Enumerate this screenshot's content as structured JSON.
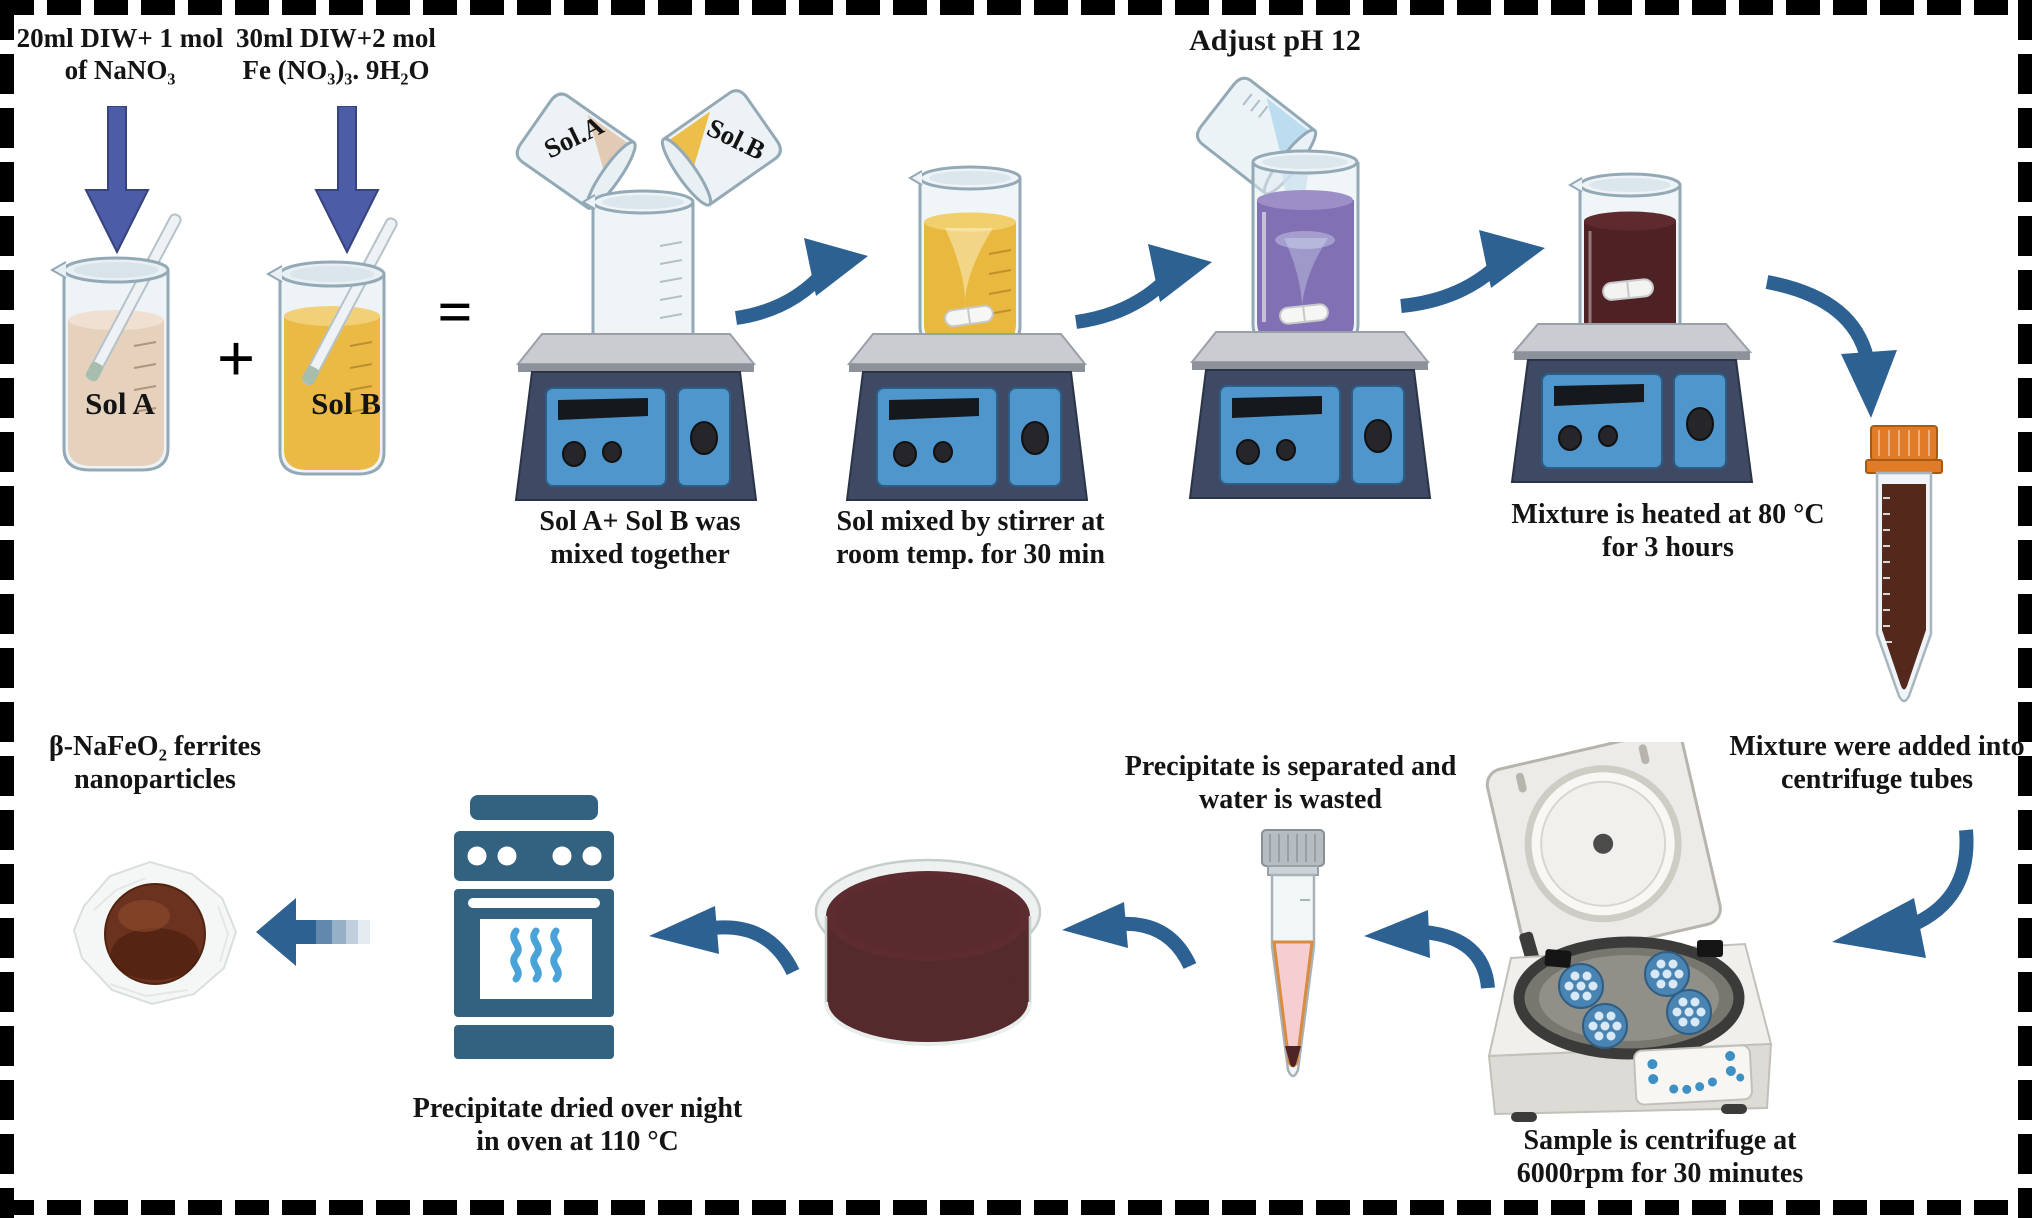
{
  "figure": {
    "kind": "laboratory-synthesis-process-flow-diagram",
    "border_style": "black dashed rectangle",
    "background": "#ffffff"
  },
  "labels": {
    "reagent_a": "20ml DIW+ 1 mol\nof NaNO₃",
    "reagent_b": "30ml DIW+2 mol\nFe (NO₃)₃. 9H₂O",
    "plus": "+",
    "equals": "=",
    "sol_a": "Sol A",
    "sol_b": "Sol B",
    "pour_a": "Sol.A",
    "pour_b": "Sol.B",
    "step1": "Sol A+ Sol B was\nmixed together",
    "step2": "Sol mixed by stirrer at\nroom temp. for 30 min",
    "adjust_ph": "Adjust pH 12",
    "step4": "Mixture is heated at 80 °C\nfor 3 hours",
    "tube": "Mixture were added into\ncentrifuge tubes",
    "centrifuge": "Sample is centrifuge at\n6000rpm for 30 minutes",
    "separation": "Precipitate is separated and\nwater is wasted",
    "oven": "Precipitate dried over night\nin oven at 110 °C",
    "product": "β-NaFeO₂ ferrites\nnanoparticles"
  },
  "colors": {
    "curved_arrow_blue": "#2d6191",
    "block_arrow_blue": "#4c5ca6",
    "stirrer_body": "#3e4a63",
    "stirrer_panel": "#4f96cc",
    "platform_gray": "#caccd2",
    "sol_a_liquid": "#e6d1bd",
    "sol_b_liquid": "#eaba45",
    "yellow_solution": "#e9b93f",
    "purple_solution": "#8170b4",
    "dark_mixture": "#4e2125",
    "tube_cap_orange": "#e07b28",
    "separated_pink": "#f6cdd0",
    "precipitate_brown": "#4f2427",
    "dish_liquid": "#5d2c30",
    "oven_blue": "#336180",
    "heat_wave_blue": "#4aa3d8",
    "centrifuge_gray": "#ecebe7",
    "powder_brown": "#6b3220"
  },
  "illustrations": [
    "beaker-sol-a",
    "beaker-sol-b",
    "pouring-beaker-sol-a",
    "pouring-beaker-sol-b",
    "mixing-beaker",
    "magnetic-stirrer",
    "yellow-solution-beaker",
    "ph-pour-beaker",
    "purple-solution-beaker",
    "heated-mixture-beaker",
    "centrifuge-tube",
    "centrifuge-machine",
    "microcentrifuge-tube",
    "petri-dish",
    "drying-oven",
    "nanoparticle-powder",
    "flow-arrow"
  ]
}
